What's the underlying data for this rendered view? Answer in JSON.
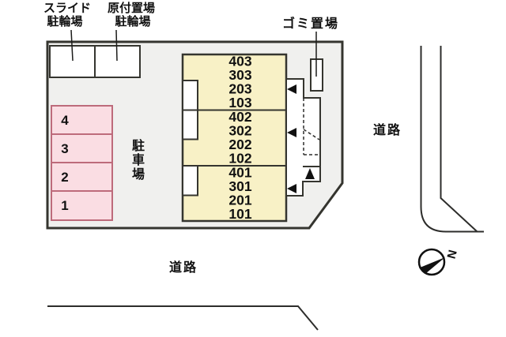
{
  "diagram": {
    "type": "site-plan",
    "labels": {
      "slide_bicycle_line1": "スライド",
      "slide_bicycle_line2": "駐輪場",
      "moped_line1": "原付置場",
      "moped_line2": "駐輪場",
      "garbage": "ゴミ置場",
      "parking_lot_vertical": "駐車場",
      "road_right": "道路",
      "road_bottom": "道路",
      "compass_north": "N"
    },
    "parking_stalls": [
      "4",
      "3",
      "2",
      "1"
    ],
    "building_units": {
      "column1": [
        "403",
        "303",
        "203",
        "103"
      ],
      "column2": [
        "402",
        "302",
        "202",
        "102"
      ],
      "column3": [
        "401",
        "301",
        "201",
        "101"
      ]
    },
    "colors": {
      "site_fill": "#f0f0ee",
      "building_fill": "#f8f1c6",
      "stall_fill": "#fadde3",
      "stall_border": "#bd6b7b",
      "line": "#35352f"
    }
  }
}
